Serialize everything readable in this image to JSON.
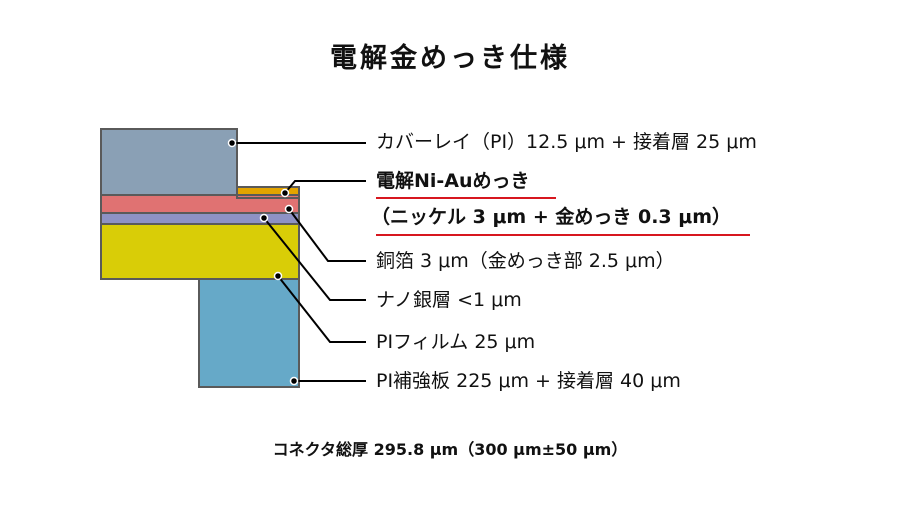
{
  "title": "電解金めっき仕様",
  "colors": {
    "coverlay": "#8aa0b5",
    "gold_plating": "#e3a400",
    "copper": "#e07272",
    "nano_silver": "#8e92c4",
    "pi_film": "#d9cd07",
    "stiffener": "#66a9c8",
    "outline": "#5a5a5a",
    "highlight_rule": "#d7171f"
  },
  "layers": [
    {
      "id": "coverlay",
      "label": "カバーレイ（PI）12.5 μm + 接着層 25 μm"
    },
    {
      "id": "plating",
      "label_line1": "電解Ni-Auめっき",
      "label_line2": "（ニッケル 3 μm + 金めっき 0.3 μm）"
    },
    {
      "id": "copper",
      "label": "銅箔  3 μm（金めっき部 2.5 μm）"
    },
    {
      "id": "nano_silver",
      "label": "ナノ銀層  <1 μm"
    },
    {
      "id": "pi_film",
      "label": "PIフィルム  25 μm"
    },
    {
      "id": "stiffener",
      "label": "PI補強板 225 μm + 接着層 40 μm"
    }
  ],
  "footer": "コネクタ総厚 295.8 μm（300 μm±50 μm）"
}
